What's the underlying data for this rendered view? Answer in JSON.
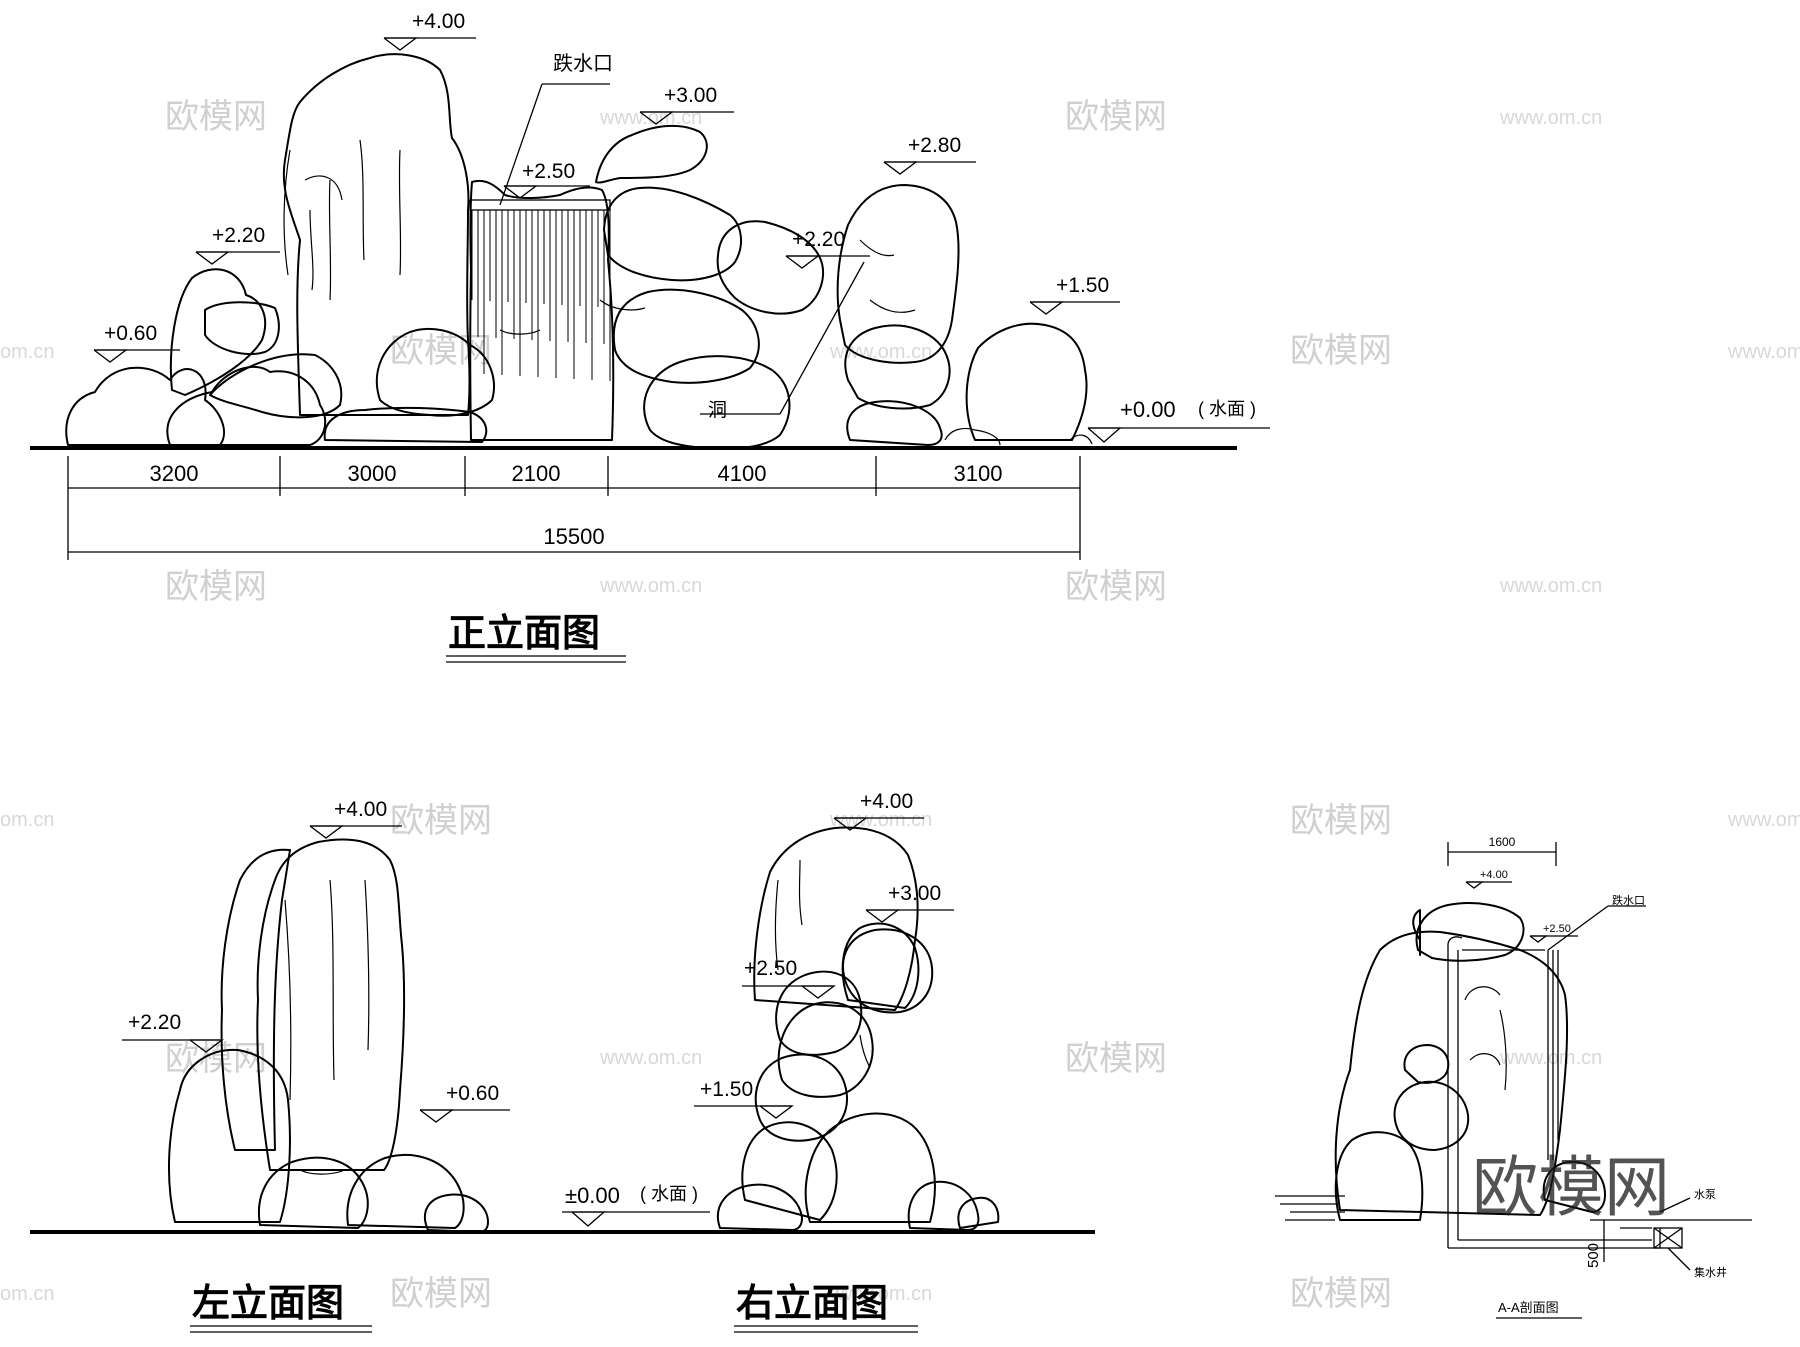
{
  "front": {
    "title": "正立面图",
    "levels": [
      "+4.00",
      "+3.00",
      "+2.80",
      "+2.50",
      "+2.20",
      "+2.20",
      "+1.50",
      "+0.60"
    ],
    "water_level": "+0.00",
    "water_note": "( 水面 )",
    "spillway": "跌水口",
    "cave": "洞",
    "dims": [
      "3200",
      "3000",
      "2100",
      "4100",
      "3100"
    ],
    "total": "15500"
  },
  "left": {
    "title": "左立面图",
    "levels": [
      "+4.00",
      "+2.20",
      "+0.60"
    ]
  },
  "right": {
    "title": "右立面图",
    "levels": [
      "+4.00",
      "+3.00",
      "+2.50",
      "+1.50"
    ],
    "water_level": "±0.00",
    "water_note": "( 水面 )"
  },
  "section": {
    "title": "A-A剖面图",
    "width": "1600",
    "level_top": "+4.00",
    "level_spill": "+2.50",
    "spillway": "跌水口",
    "pump": "水泵",
    "well": "集水井",
    "depth": "500"
  },
  "watermark": {
    "cn": "欧模网",
    "url": "www.om.cn",
    "suffix": "om.cn"
  }
}
